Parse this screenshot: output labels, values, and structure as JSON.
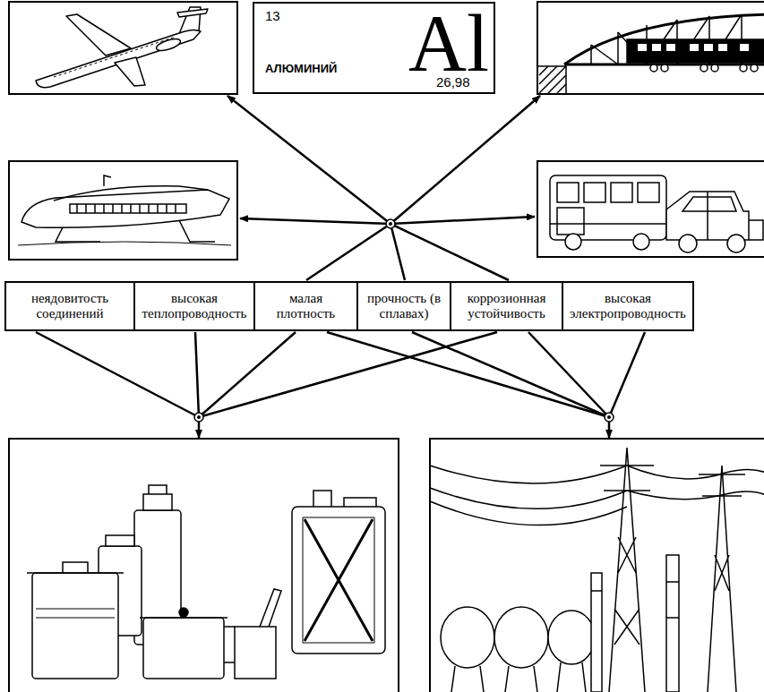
{
  "diagram": {
    "nodes": [
      {
        "text": [
          "13",
          "АЛЮМИНИЙ",
          "Al",
          "26,98"
        ]
      },
      {
        "text": [
          "неядовитость соединений"
        ]
      },
      {
        "text": [
          "высокая теплопроводность"
        ]
      },
      {
        "text": [
          "малая плотность"
        ]
      },
      {
        "text": [
          "прочность (в сплавах)"
        ]
      },
      {
        "text": [
          "коррозионная устойчивость"
        ]
      },
      {
        "text": [
          "высокая электропроводность"
        ]
      }
    ]
  }
}
